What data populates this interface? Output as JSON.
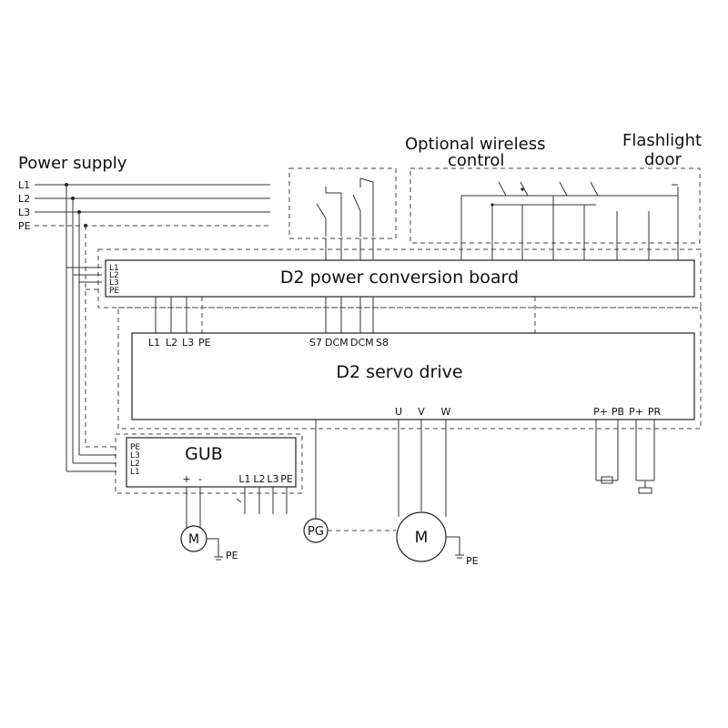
{
  "titles": {
    "power_supply": "Power supply",
    "wireless_line1": "Optional wireless",
    "wireless_line2": "control",
    "flash_line1": "Flashlight",
    "flash_line2": "door"
  },
  "supply_lines": [
    "L1",
    "L2",
    "L3",
    "PE"
  ],
  "boards": {
    "conversion": "D2 power conversion board",
    "servo": "D2 servo drive",
    "gub": "GUB"
  },
  "conversion_inputs": [
    "L1",
    "L2",
    "L3",
    "PE"
  ],
  "servo_left_terminals": [
    "L1",
    "L2",
    "L3",
    "PE"
  ],
  "servo_signal_terminals": [
    "S7",
    "DCM",
    "DCM",
    "S8"
  ],
  "servo_motor_terminals": [
    "U",
    "V",
    "W"
  ],
  "servo_brake_terminals": [
    "P+",
    "PB",
    "P+",
    "PR"
  ],
  "gub_inputs": [
    "PE",
    "L3",
    "L2",
    "L1"
  ],
  "gub_dc": [
    "+",
    "-"
  ],
  "gub_outputs": [
    "L1",
    "L2",
    "L3",
    "PE"
  ],
  "motor_label": "M",
  "encoder_label": "PG",
  "earth_label": "PE"
}
